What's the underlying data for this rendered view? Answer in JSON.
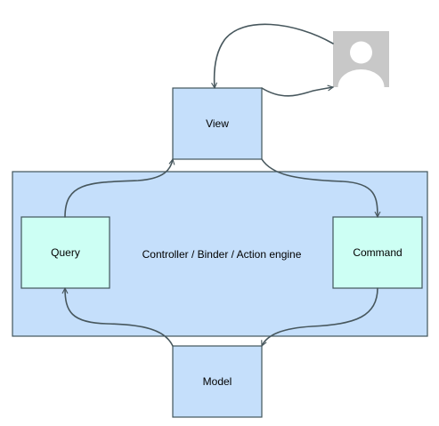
{
  "diagram": {
    "nodes": {
      "view": {
        "label": "View"
      },
      "controller": {
        "label": "Controller / Binder / Action engine"
      },
      "query": {
        "label": "Query"
      },
      "command": {
        "label": "Command"
      },
      "model": {
        "label": "Model"
      }
    },
    "user_icon": {
      "icon": "user-avatar-icon"
    },
    "colors": {
      "box_blue": "#c5dffb",
      "box_cyan": "#cdfff4",
      "border": "#41555b",
      "arrow": "#47575d",
      "avatar_bg": "#c8c8c8"
    }
  }
}
